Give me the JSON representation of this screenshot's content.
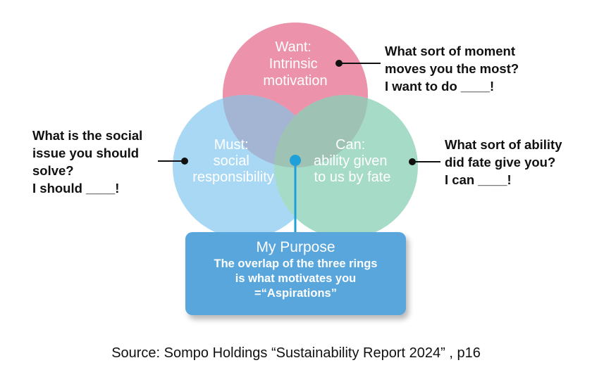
{
  "circles": {
    "want": {
      "label_lines": [
        "Want:",
        "Intrinsic",
        "motivation"
      ],
      "color": "#ec93ab"
    },
    "must": {
      "label_lines": [
        "Must:",
        "social",
        "responsibility"
      ],
      "color": "#a9d8f4"
    },
    "can": {
      "label_lines": [
        "Can:",
        "ability given",
        "to us by fate"
      ],
      "color": "#a6dbc8"
    }
  },
  "questions": {
    "want": [
      "What sort of moment",
      "moves you the most?",
      "I want to do ____!"
    ],
    "must": [
      "What is the social",
      "issue you should",
      "solve?",
      "I should ____!"
    ],
    "can": [
      "What sort of ability",
      "did fate give you?",
      "I can ____!"
    ]
  },
  "purpose": {
    "title": "My Purpose",
    "lines": [
      "The overlap of the three rings",
      "is what motivates you",
      "=“Aspirations”"
    ],
    "color": "#58a6dc"
  },
  "source": "Source: Sompo Holdings “Sustainability Report 2024” , p16",
  "colors": {
    "center_dot": "#1fa0d8",
    "connector": "#111111"
  }
}
